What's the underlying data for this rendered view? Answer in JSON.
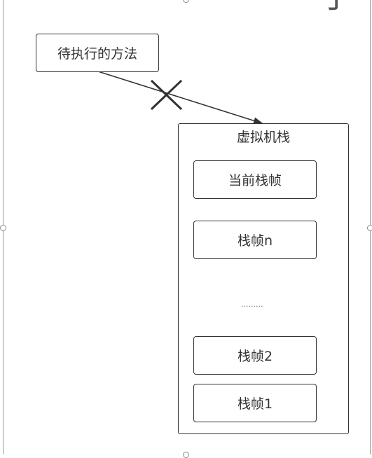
{
  "diagram": {
    "pending_method": {
      "label": "待执行的方法"
    },
    "vm_stack": {
      "title": "虚拟机栈",
      "frames": [
        {
          "label": "当前栈帧"
        },
        {
          "label": "栈帧n"
        },
        {
          "label": "栈帧2"
        },
        {
          "label": "栈帧1"
        }
      ],
      "ellipsis": "........."
    },
    "corner_glyph": "子",
    "colors": {
      "stroke": "#333333",
      "text": "#333333",
      "background": "#ffffff"
    }
  }
}
